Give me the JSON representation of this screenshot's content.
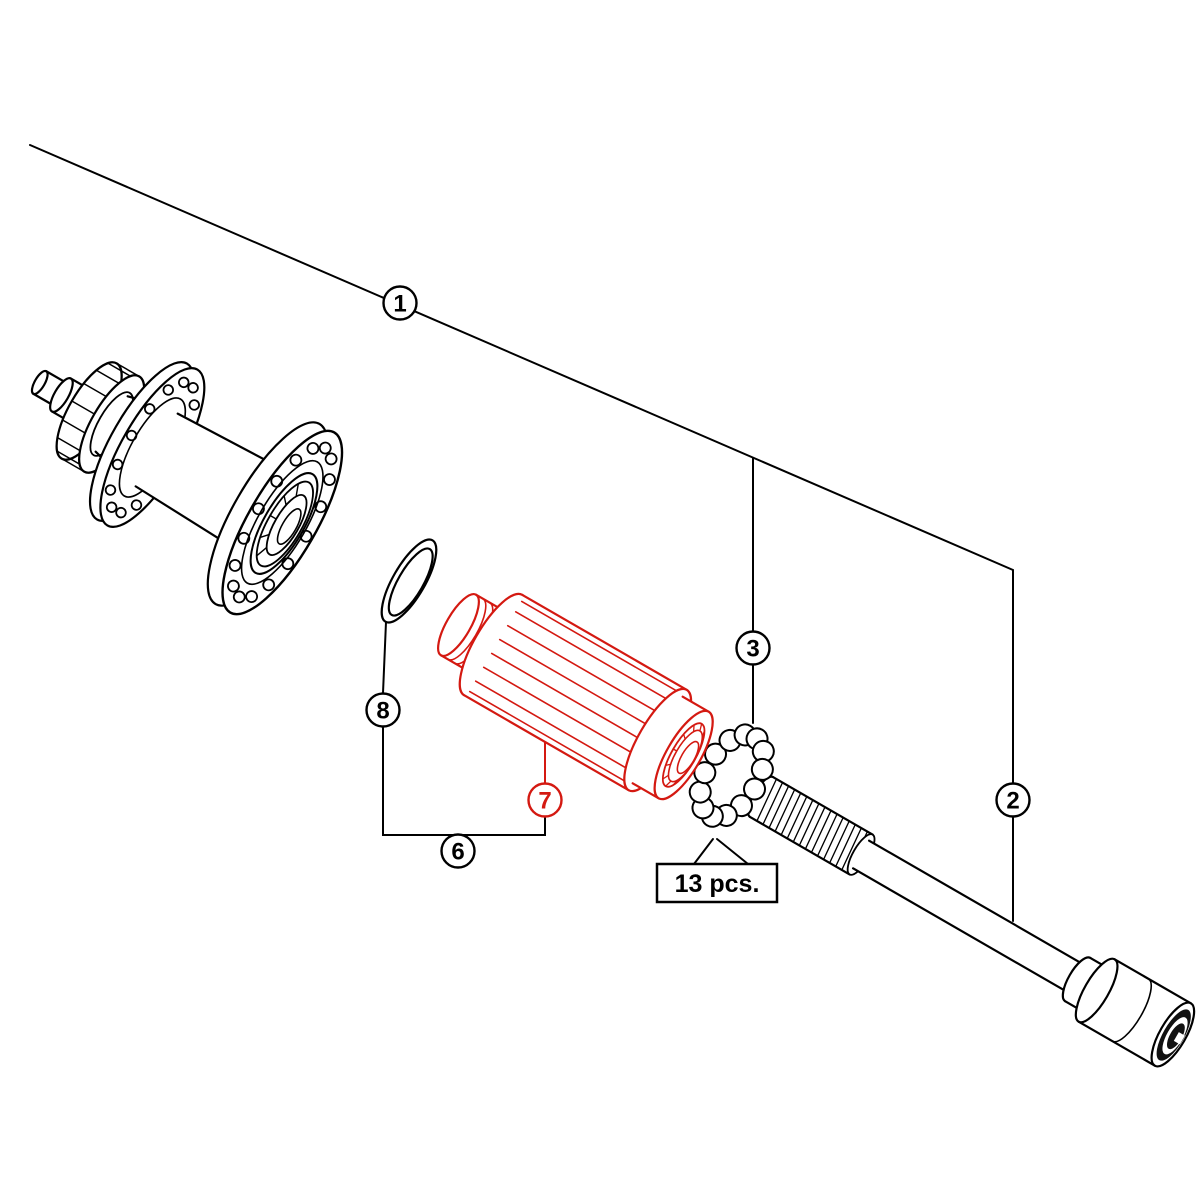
{
  "diagram": {
    "callouts": [
      {
        "id": "callout-1",
        "label": "1"
      },
      {
        "id": "callout-2",
        "label": "2"
      },
      {
        "id": "callout-3",
        "label": "3"
      },
      {
        "id": "callout-6",
        "label": "6"
      },
      {
        "id": "callout-7",
        "label": "7"
      },
      {
        "id": "callout-8",
        "label": "8"
      }
    ],
    "quantity_label": "13 pcs.",
    "colors": {
      "line": "#000000",
      "background": "#ffffff",
      "highlight": "#d41911"
    }
  }
}
